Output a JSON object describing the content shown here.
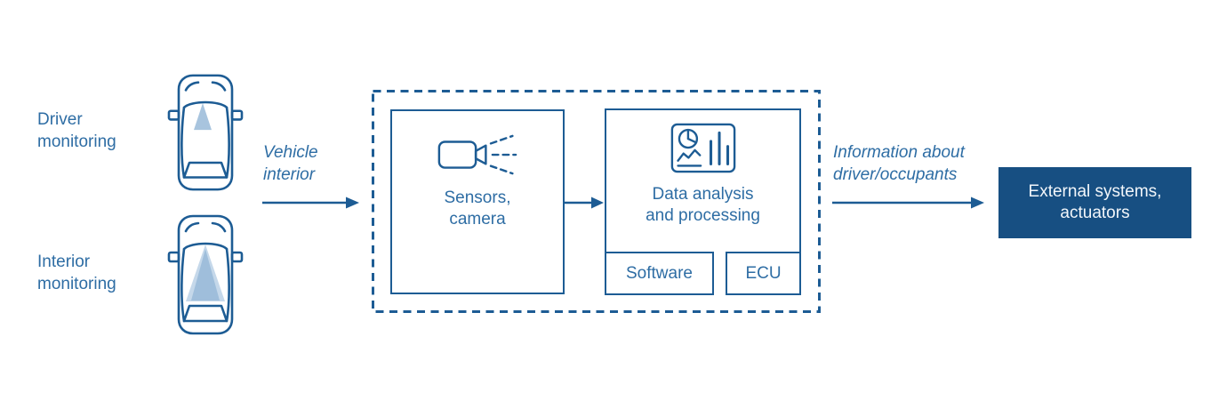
{
  "colors": {
    "stroke": "#1d5c94",
    "text": "#2e6da4",
    "dark_box_bg": "#174f82",
    "dark_box_text": "#f2f6fa",
    "cone_light": "#c5d8ea",
    "cone_medium": "#92b5d6"
  },
  "left_labels": {
    "driver_monitoring": "Driver monitoring",
    "interior_monitoring": "Interior monitoring"
  },
  "flow": {
    "input_arrow_label": "Vehicle interior",
    "output_arrow_label": "Information about driver/occupants"
  },
  "system": {
    "sensors_box_label": "Sensors, camera",
    "data_box_label": "Data analysis and processing",
    "software_label": "Software",
    "ecu_label": "ECU"
  },
  "external": {
    "label": "External systems, actuators"
  },
  "icons": [
    "car-top-view-driver-cone-icon",
    "car-top-view-interior-cone-icon",
    "video-camera-icon",
    "analytics-charts-icon",
    "arrow-right-icon"
  ]
}
